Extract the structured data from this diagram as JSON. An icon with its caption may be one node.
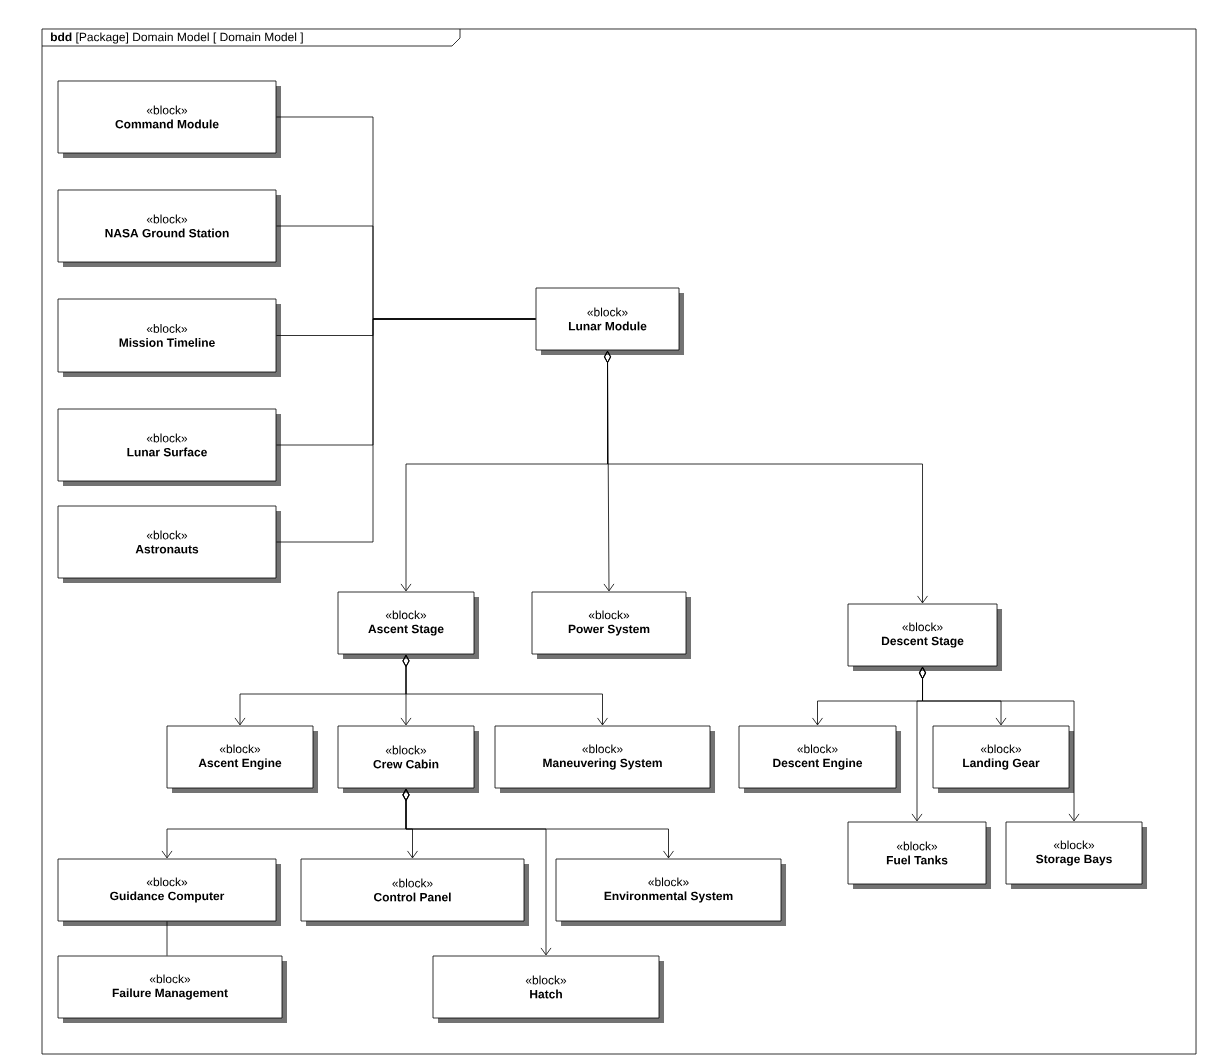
{
  "diagram": {
    "nodes": [
      {
        "text": [
          "**bdd** [Package] Domain Model [ Domain Model ]"
        ]
      },
      {
        "text": [
          "«block»",
          "Command Module"
        ],
        "in": 0
      },
      {
        "text": [
          "«block»",
          "NASA Ground Station"
        ],
        "in": 0
      },
      {
        "text": [
          "«block»",
          "Mission Timeline"
        ],
        "in": 0
      },
      {
        "text": [
          "«block»",
          "Lunar Surface"
        ],
        "in": 0
      },
      {
        "text": [
          "«block»",
          "Astronauts"
        ],
        "in": 0
      },
      {
        "text": [
          "«block»",
          "Lunar Module"
        ],
        "in": 0
      },
      {
        "text": [
          "«block»",
          "Ascent Stage"
        ],
        "in": 0
      },
      {
        "text": [
          "«block»",
          "Power System"
        ],
        "in": 0
      },
      {
        "text": [
          "«block»",
          "Descent Stage"
        ],
        "in": 0
      },
      {
        "text": [
          "«block»",
          "Ascent Engine"
        ],
        "in": 0
      },
      {
        "text": [
          "«block»",
          "Crew Cabin"
        ],
        "in": 0
      },
      {
        "text": [
          "«block»",
          "Maneuvering System"
        ],
        "in": 0
      },
      {
        "text": [
          "«block»",
          "Descent Engine"
        ],
        "in": 0
      },
      {
        "text": [
          "«block»",
          "Landing Gear"
        ],
        "in": 0
      },
      {
        "text": [
          "«block»",
          "Fuel Tanks"
        ],
        "in": 0
      },
      {
        "text": [
          "«block»",
          "Storage Bays"
        ],
        "in": 0
      },
      {
        "text": [
          "«block»",
          "Guidance Computer"
        ],
        "in": 0
      },
      {
        "text": [
          "«block»",
          "Control Panel"
        ],
        "in": 0
      },
      {
        "text": [
          "«block»",
          "Environmental System"
        ],
        "in": 0
      },
      {
        "text": [
          "«block»",
          "Failure Management"
        ],
        "in": 0
      },
      {
        "text": [
          "«block»",
          "Hatch"
        ],
        "in": 0
      }
    ],
    "edges": [
      {
        "from": 1,
        "to": 6,
        "arrow": "none"
      },
      {
        "from": 2,
        "to": 6,
        "arrow": "none"
      },
      {
        "from": 3,
        "to": 6,
        "arrow": "none"
      },
      {
        "from": 4,
        "to": 6,
        "arrow": "none"
      },
      {
        "from": 5,
        "to": 6,
        "arrow": "none"
      },
      {
        "from": 6,
        "to": 7,
        "arrow": "to"
      },
      {
        "from": 6,
        "to": 8,
        "arrow": "to"
      },
      {
        "from": 6,
        "to": 9,
        "arrow": "to"
      },
      {
        "from": 7,
        "to": 10,
        "arrow": "to"
      },
      {
        "from": 7,
        "to": 11,
        "arrow": "to"
      },
      {
        "from": 7,
        "to": 12,
        "arrow": "to"
      },
      {
        "from": 9,
        "to": 13,
        "arrow": "to"
      },
      {
        "from": 9,
        "to": 14,
        "arrow": "to"
      },
      {
        "from": 9,
        "to": 15,
        "arrow": "to"
      },
      {
        "from": 9,
        "to": 16,
        "arrow": "to"
      },
      {
        "from": 11,
        "to": 17,
        "arrow": "to"
      },
      {
        "from": 11,
        "to": 18,
        "arrow": "to"
      },
      {
        "from": 11,
        "to": 19,
        "arrow": "to"
      },
      {
        "from": 11,
        "to": 21,
        "arrow": "to"
      },
      {
        "from": 17,
        "to": 20,
        "arrow": "none"
      }
    ]
  }
}
